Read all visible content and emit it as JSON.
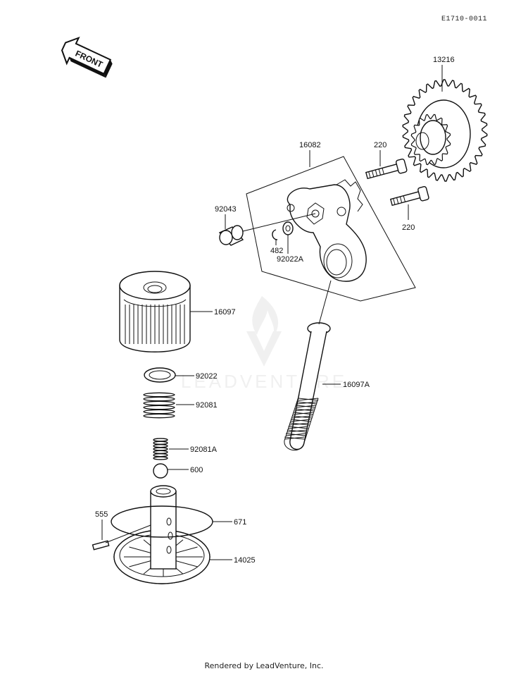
{
  "diagram_ref": "E1710-0011",
  "front_label": "FRONT",
  "footer": "Rendered by LeadVenture, Inc.",
  "watermark": "LEADVENTURE",
  "parts": [
    {
      "id": "13216"
    },
    {
      "id": "16082"
    },
    {
      "id": "220a",
      "label": "220"
    },
    {
      "id": "220b",
      "label": "220"
    },
    {
      "id": "92043"
    },
    {
      "id": "482"
    },
    {
      "id": "92022A"
    },
    {
      "id": "16097"
    },
    {
      "id": "16097A"
    },
    {
      "id": "92022"
    },
    {
      "id": "92081"
    },
    {
      "id": "92081A"
    },
    {
      "id": "600"
    },
    {
      "id": "555"
    },
    {
      "id": "671"
    },
    {
      "id": "14025"
    }
  ],
  "labels": {
    "p13216": "13216",
    "p16082": "16082",
    "p220a": "220",
    "p220b": "220",
    "p92043": "92043",
    "p482": "482",
    "p92022A": "92022A",
    "p16097": "16097",
    "p16097A": "16097A",
    "p92022": "92022",
    "p92081": "92081",
    "p92081A": "92081A",
    "p600": "600",
    "p555": "555",
    "p671": "671",
    "p14025": "14025"
  }
}
